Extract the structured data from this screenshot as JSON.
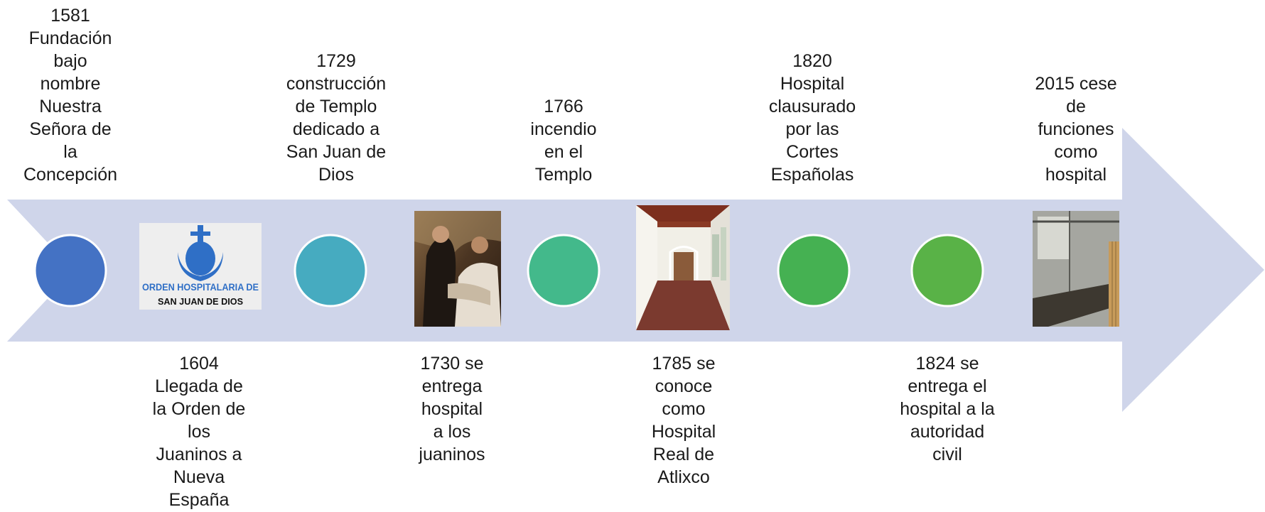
{
  "colors": {
    "arrow": "#cfd5ea",
    "node_border": "#ffffff"
  },
  "logo": {
    "line1": "ORDEN HOSPITALARIA DE",
    "line2": "SAN JUAN DE DIOS",
    "color": "#2f6fc6"
  },
  "events": [
    {
      "text": "1581\nFundación\nbajo\nnombre\nNuestra\nSeñora de\nla\nConcepción",
      "color": "#4472c4"
    },
    {
      "text": "1604\nLlegada de\nla Orden de\nlos\nJuaninos a\nNueva\nEspaña"
    },
    {
      "text": "1729\nconstrucción\nde Templo\ndedicado a\nSan Juan de\nDios",
      "color": "#46abc0"
    },
    {
      "text": "1730 se\nentrega\nhospital\na los\njuaninos"
    },
    {
      "text": "1766\nincendio\nen el\nTemplo",
      "color": "#43b98b"
    },
    {
      "text": "1785 se\nconoce\ncomo\nHospital\nReal de\nAtlixco"
    },
    {
      "text": "1820\nHospital\nclausurado\npor las\nCortes\nEspañolas",
      "color": "#45b152"
    },
    {
      "text": "1824 se\nentrega el\nhospital a la\nautoridad\ncivil",
      "color": "#59b247"
    },
    {
      "text": "2015 cese\nde\nfunciones\ncomo\nhospital"
    }
  ]
}
